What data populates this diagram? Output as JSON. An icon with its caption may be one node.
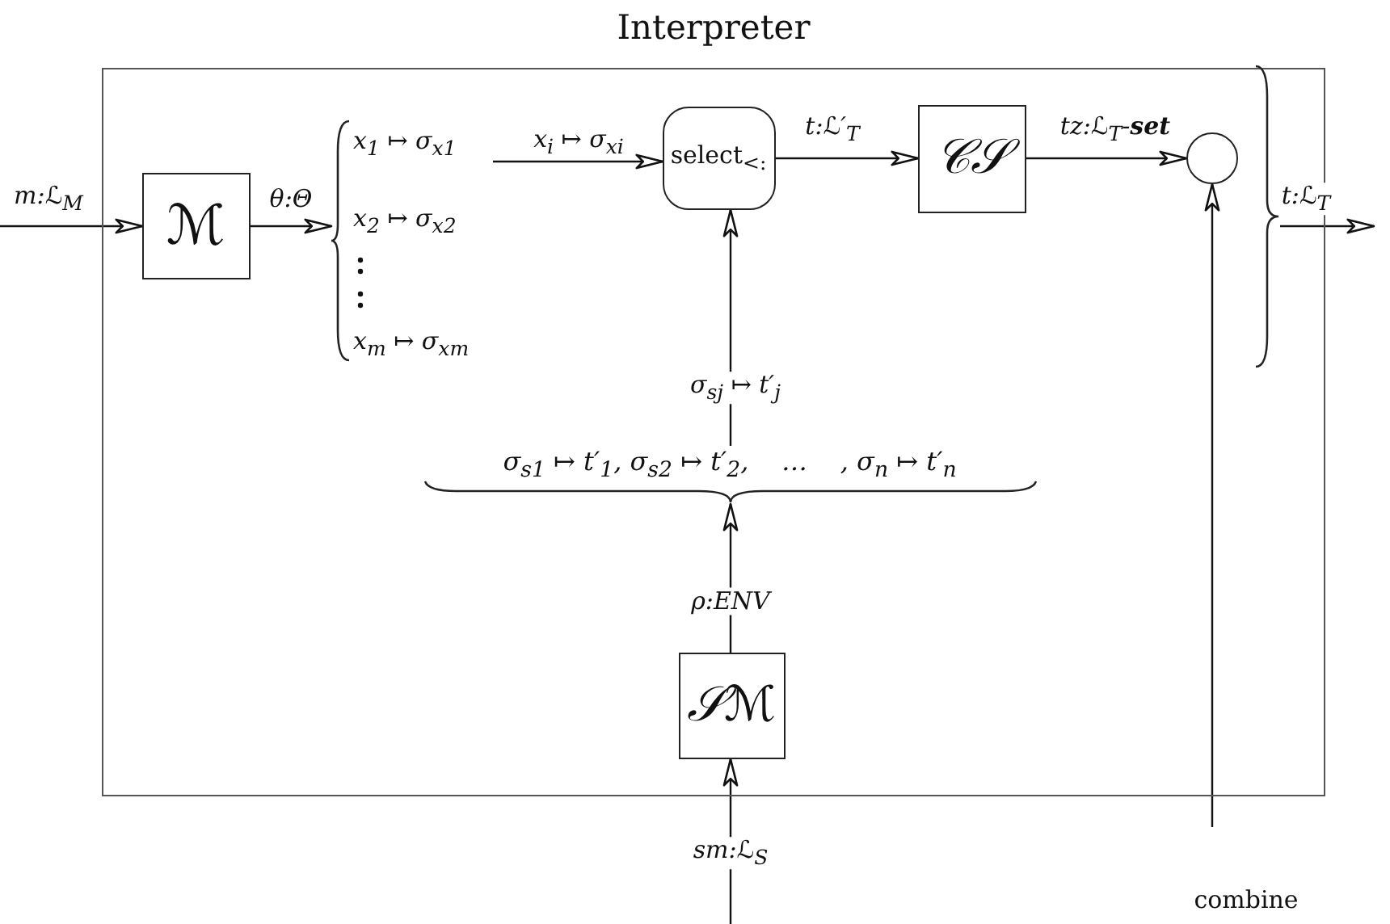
{
  "diagram": {
    "nodes": [
      {
        "text": [
          "Interpreter"
        ]
      },
      {
        "text": [
          "ℳ"
        ],
        "in": 0
      },
      {
        "text": [
          "select$_{<:}$"
        ],
        "in": 0
      },
      {
        "text": [
          "𝒞𝒮"
        ],
        "in": 0
      },
      {
        "text": [],
        "shape": "circle",
        "in": 0
      },
      {
        "text": [
          "𝒮ℳ"
        ],
        "in": 0
      },
      {
        "text": [
          "x$_{1}$ ↦ σ$_{x1}$",
          "x$_{2}$ ↦ σ$_{x2}$",
          "x$_{m}$ ↦ σ$_{xm}$"
        ],
        "in": 0
      },
      {
        "text": [],
        "shape": "brace",
        "in": 0
      },
      {
        "text": [
          "σ$_{s1}$ ↦ t′$_{1}$, σ$_{s2}$ ↦ t′$_{2}$,    …    , σ$_{n}$ ↦ t′$_{n}$"
        ],
        "in": 0
      },
      {
        "text": [
          "combine"
        ]
      }
    ],
    "edges": [
      {
        "from": null,
        "to": 1,
        "arrow": "to",
        "label": "m:ℒ$_{M}$"
      },
      {
        "from": 1,
        "to": 6,
        "arrow": "to",
        "label": "θ:Θ"
      },
      {
        "from": 6,
        "to": 2,
        "arrow": "to",
        "label": "x$_{i}$ ↦ σ$_{xi}$"
      },
      {
        "from": 2,
        "to": 3,
        "arrow": "to",
        "label": "t:ℒ′$_{T}$"
      },
      {
        "from": 3,
        "to": 4,
        "arrow": "to",
        "label": "tz:ℒ$_{T}$-**set**"
      },
      {
        "from": 8,
        "to": 2,
        "arrow": "to",
        "label": "σ$_{sj}$ ↦ t′$_{j}$"
      },
      {
        "from": 5,
        "to": 8,
        "arrow": "to",
        "label": "ρ:ENV"
      },
      {
        "from": null,
        "to": 5,
        "arrow": "to",
        "label": "sm:ℒ$_{S}$"
      },
      {
        "from": 9,
        "to": 4,
        "arrow": "to"
      },
      {
        "from": 7,
        "to": null,
        "arrow": "to",
        "label": "t:ℒ$_{T}$"
      }
    ]
  }
}
